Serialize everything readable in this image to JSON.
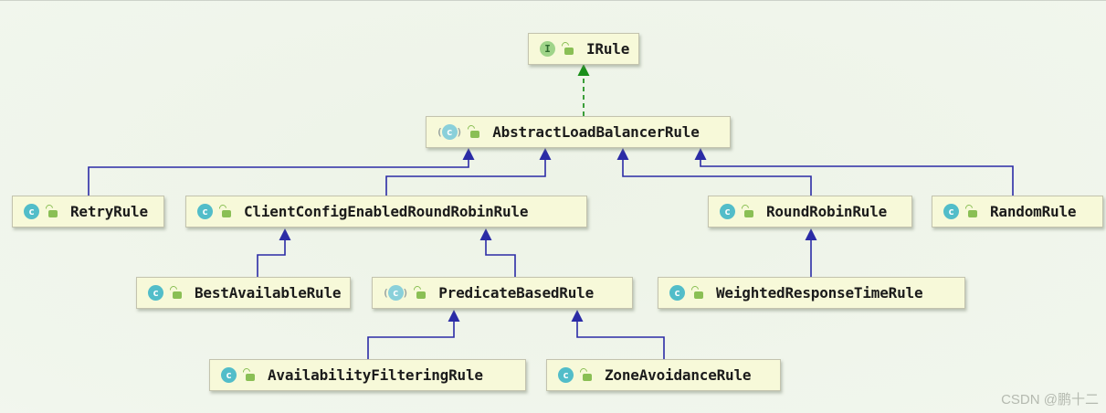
{
  "diagram": {
    "kind": "uml-class-hierarchy",
    "watermark": "CSDN @鹏十二",
    "colors": {
      "canvas_bg": "#f1f6ed",
      "node_fill": "#f7f9d9",
      "node_border": "#c3c3ae",
      "node_text": "#1b1b1b",
      "extends_edge": "#2b2ba6",
      "implements_edge": "#1a8f1a",
      "class_icon": "#52bdc9",
      "abstract_class_icon": "#8ad0da",
      "interface_icon": "#9fd489",
      "public_lock_icon": "#8abf55",
      "watermark_text": "#b5bab0"
    },
    "icons": {
      "class_letter": "c",
      "interface_letter": "I",
      "abstract_paren_open": "(",
      "abstract_paren_close": ")"
    },
    "nodes": {
      "irule": {
        "label": "IRule",
        "stereotype": "interface"
      },
      "abstractLoadBalancerRule": {
        "label": "AbstractLoadBalancerRule",
        "stereotype": "abstract-class"
      },
      "retryRule": {
        "label": "RetryRule",
        "stereotype": "class"
      },
      "clientConfigEnabledRoundRobinRule": {
        "label": "ClientConfigEnabledRoundRobinRule",
        "stereotype": "class"
      },
      "roundRobinRule": {
        "label": "RoundRobinRule",
        "stereotype": "class"
      },
      "randomRule": {
        "label": "RandomRule",
        "stereotype": "class"
      },
      "bestAvailableRule": {
        "label": "BestAvailableRule",
        "stereotype": "class"
      },
      "predicateBasedRule": {
        "label": "PredicateBasedRule",
        "stereotype": "abstract-class"
      },
      "weightedResponseTimeRule": {
        "label": "WeightedResponseTimeRule",
        "stereotype": "class"
      },
      "availabilityFilteringRule": {
        "label": "AvailabilityFilteringRule",
        "stereotype": "class"
      },
      "zoneAvoidanceRule": {
        "label": "ZoneAvoidanceRule",
        "stereotype": "class"
      }
    },
    "edges": [
      {
        "from": "AbstractLoadBalancerRule",
        "to": "IRule",
        "type": "implements"
      },
      {
        "from": "RetryRule",
        "to": "AbstractLoadBalancerRule",
        "type": "extends"
      },
      {
        "from": "ClientConfigEnabledRoundRobinRule",
        "to": "AbstractLoadBalancerRule",
        "type": "extends"
      },
      {
        "from": "RoundRobinRule",
        "to": "AbstractLoadBalancerRule",
        "type": "extends"
      },
      {
        "from": "RandomRule",
        "to": "AbstractLoadBalancerRule",
        "type": "extends"
      },
      {
        "from": "BestAvailableRule",
        "to": "ClientConfigEnabledRoundRobinRule",
        "type": "extends"
      },
      {
        "from": "PredicateBasedRule",
        "to": "ClientConfigEnabledRoundRobinRule",
        "type": "extends"
      },
      {
        "from": "WeightedResponseTimeRule",
        "to": "RoundRobinRule",
        "type": "extends"
      },
      {
        "from": "AvailabilityFilteringRule",
        "to": "PredicateBasedRule",
        "type": "extends"
      },
      {
        "from": "ZoneAvoidanceRule",
        "to": "PredicateBasedRule",
        "type": "extends"
      }
    ]
  }
}
